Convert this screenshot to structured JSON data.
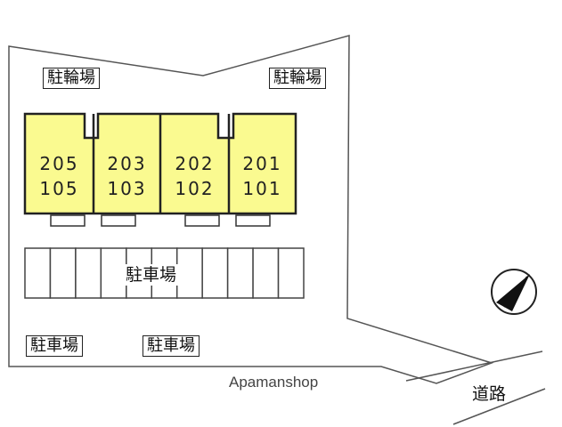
{
  "bicycle_parking": [
    {
      "label": "駐輪場"
    },
    {
      "label": "駐輪場"
    }
  ],
  "units": [
    {
      "upper": "205",
      "lower": "105"
    },
    {
      "upper": "203",
      "lower": "103"
    },
    {
      "upper": "202",
      "lower": "102"
    },
    {
      "upper": "201",
      "lower": "101"
    }
  ],
  "parking_lots": [
    {
      "label": "駐車場",
      "stalls": 11
    },
    {
      "label": "駐車場"
    },
    {
      "label": "駐車場"
    }
  ],
  "road": {
    "label": "道路"
  },
  "credit": "Apamanshop",
  "colors": {
    "building": "#fafa90",
    "outline": "#222222"
  },
  "compass": {
    "icon": "north-arrow-icon"
  }
}
